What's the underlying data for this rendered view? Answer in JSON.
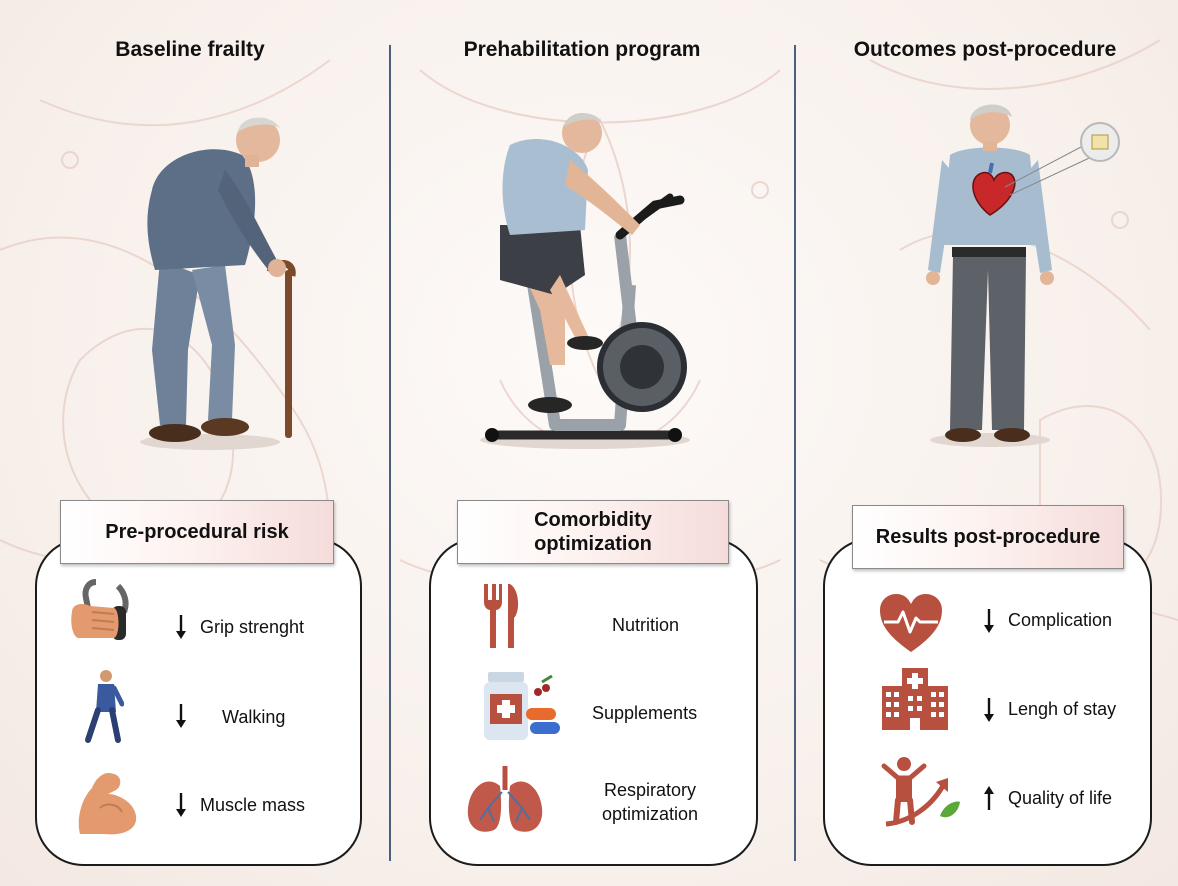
{
  "columns": [
    {
      "title": "Baseline frailty",
      "box_label": "Pre-procedural risk",
      "items": [
        {
          "label": "Grip strenght",
          "trend": "down",
          "icon": "hand-grip-icon"
        },
        {
          "label": "Walking",
          "trend": "down",
          "icon": "walking-person-icon"
        },
        {
          "label": "Muscle mass",
          "trend": "down",
          "icon": "flexed-biceps-icon"
        }
      ]
    },
    {
      "title": "Prehabilitation program",
      "box_label_line1": "Comorbidity",
      "box_label_line2": "optimization",
      "items": [
        {
          "label": "Nutrition",
          "icon": "fork-knife-icon"
        },
        {
          "label": "Supplements",
          "icon": "supplements-bottle-icon"
        },
        {
          "label_line1": "Respiratory",
          "label_line2": "optimization",
          "icon": "lungs-icon"
        }
      ]
    },
    {
      "title": "Outcomes post-procedure",
      "box_label": "Results post-procedure",
      "items": [
        {
          "label": "Complication",
          "trend": "down",
          "icon": "heart-pulse-icon"
        },
        {
          "label": "Lengh of stay",
          "trend": "down",
          "icon": "hospital-icon"
        },
        {
          "label": "Quality of life",
          "trend": "up",
          "icon": "person-growth-icon"
        }
      ]
    }
  ],
  "colors": {
    "icon": "#b85040",
    "divider": "#4b5f7c",
    "label_gradient_end": "#f5dcda"
  }
}
